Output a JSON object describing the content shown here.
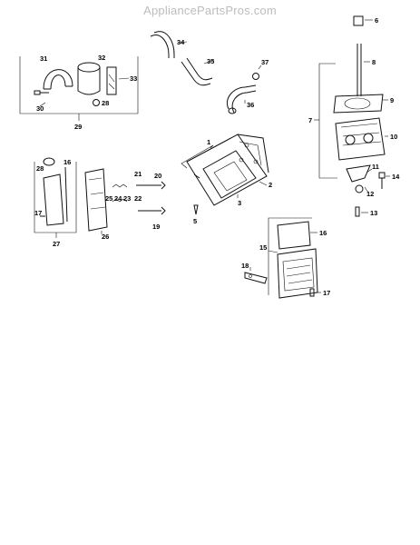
{
  "watermark": "AppliancePartsPros.com",
  "callouts": {
    "c1": "1",
    "c2": "2",
    "c3": "3",
    "c5": "5",
    "c6": "6",
    "c7": "7",
    "c8": "8",
    "c9": "9",
    "c10": "10",
    "c11": "11",
    "c12": "12",
    "c13": "13",
    "c14": "14",
    "c15": "15",
    "c16a": "16",
    "c16b": "16",
    "c17a": "17",
    "c17b": "17",
    "c18": "18",
    "c19": "19",
    "c20": "20",
    "c21": "21",
    "c22": "22",
    "c23": "23",
    "c24": "24",
    "c25": "25",
    "c26": "26",
    "c27": "27",
    "c28a": "28",
    "c28b": "28",
    "c29": "29",
    "c30": "30",
    "c31": "31",
    "c32": "32",
    "c33": "33",
    "c34": "34",
    "c35": "35",
    "c36": "36",
    "c37": "37"
  }
}
